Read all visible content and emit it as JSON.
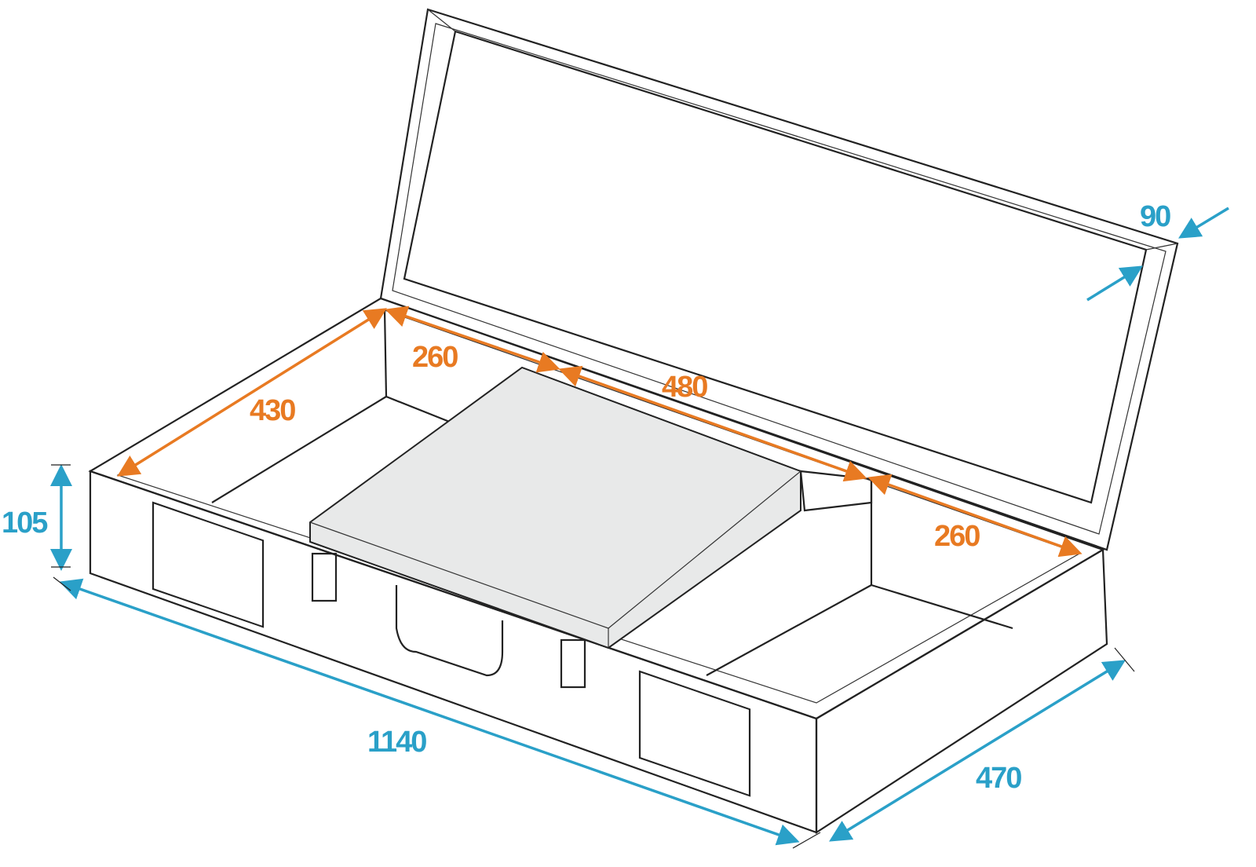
{
  "colors": {
    "inner_dimension": "#E87A22",
    "outer_dimension": "#2AA0C8",
    "insert_fill": "#E8E9E9"
  },
  "dimensions": {
    "inner_depth": "430",
    "inner_left_compartment": "260",
    "inner_middle_compartment": "480",
    "inner_right_compartment": "260",
    "lid_height": "90",
    "base_height": "105",
    "outer_width": "1140",
    "outer_depth": "470"
  }
}
